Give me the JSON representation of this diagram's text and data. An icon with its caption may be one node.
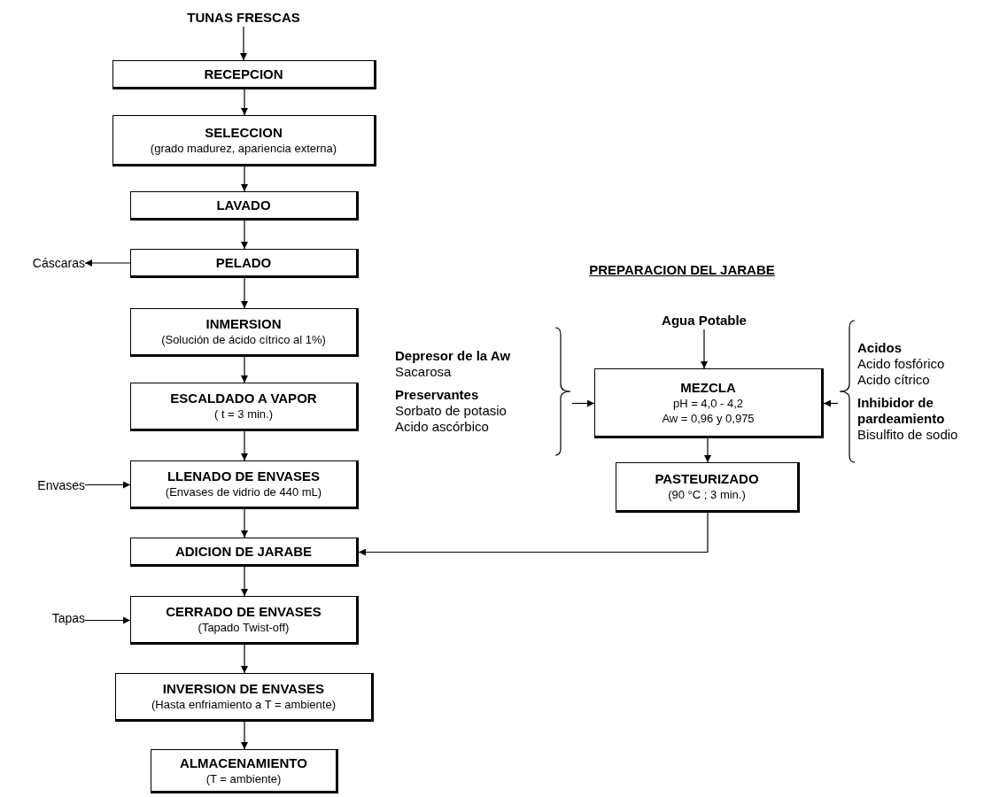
{
  "diagram": {
    "title": "PREPARACION DEL JARABE",
    "nodes": [
      {
        "text": [
          "TUNAS FRESCAS"
        ]
      },
      {
        "text": [
          "RECEPCION"
        ]
      },
      {
        "text": [
          "SELECCION",
          "(grado madurez, apariencia externa)"
        ]
      },
      {
        "text": [
          "LAVADO"
        ]
      },
      {
        "text": [
          "PELADO"
        ]
      },
      {
        "text": [
          "Cáscaras"
        ]
      },
      {
        "text": [
          "INMERSION",
          "(Solución de ácido cítrico al 1%)"
        ]
      },
      {
        "text": [
          "ESCALDADO A VAPOR",
          "( t = 3 min.)"
        ]
      },
      {
        "text": [
          "Envases"
        ]
      },
      {
        "text": [
          "LLENADO DE ENVASES",
          "(Envases de vidrio de 440 mL)"
        ]
      },
      {
        "text": [
          "ADICION DE JARABE"
        ]
      },
      {
        "text": [
          "Tapas"
        ]
      },
      {
        "text": [
          "CERRADO DE ENVASES",
          "(Tapado Twist-off)"
        ]
      },
      {
        "text": [
          "INVERSION DE ENVASES",
          "(Hasta enfriamiento a T = ambiente)"
        ]
      },
      {
        "text": [
          "ALMACENAMIENTO",
          "(T = ambiente)"
        ]
      },
      {
        "text": [
          "Agua Potable"
        ]
      },
      {
        "text": [
          "Depresor de la Aw",
          "Sacarosa",
          "Preservantes",
          "Sorbato de potasio",
          "Acido ascórbico"
        ]
      },
      {
        "text": [
          "MEZCLA",
          "pH = 4,0 - 4,2",
          "Aw = 0,96 y 0,975"
        ]
      },
      {
        "text": [
          "Acidos",
          "Acido fosfórico",
          "Acido cítrico",
          "Inhibidor de pardeamiento",
          "Bisulfito de sodio"
        ]
      },
      {
        "text": [
          "PASTEURIZADO",
          "(90 °C ; 3 min.)"
        ]
      }
    ],
    "edges": [
      {
        "from": 0,
        "to": 1,
        "arrow": "to"
      },
      {
        "from": 1,
        "to": 2,
        "arrow": "to"
      },
      {
        "from": 2,
        "to": 3,
        "arrow": "to"
      },
      {
        "from": 3,
        "to": 4,
        "arrow": "to"
      },
      {
        "from": 4,
        "to": 5,
        "arrow": "to"
      },
      {
        "from": 4,
        "to": 6,
        "arrow": "to"
      },
      {
        "from": 6,
        "to": 7,
        "arrow": "to"
      },
      {
        "from": 7,
        "to": 9,
        "arrow": "to"
      },
      {
        "from": 8,
        "to": 9,
        "arrow": "to"
      },
      {
        "from": 9,
        "to": 10,
        "arrow": "to"
      },
      {
        "from": 19,
        "to": 10,
        "arrow": "to"
      },
      {
        "from": 10,
        "to": 12,
        "arrow": "to"
      },
      {
        "from": 11,
        "to": 12,
        "arrow": "to"
      },
      {
        "from": 12,
        "to": 13,
        "arrow": "to"
      },
      {
        "from": 13,
        "to": 14,
        "arrow": "to"
      },
      {
        "from": 15,
        "to": 17,
        "arrow": "to"
      },
      {
        "from": 16,
        "to": 17,
        "arrow": "to"
      },
      {
        "from": 18,
        "to": 17,
        "arrow": "to"
      },
      {
        "from": 17,
        "to": 19,
        "arrow": "to"
      }
    ]
  }
}
